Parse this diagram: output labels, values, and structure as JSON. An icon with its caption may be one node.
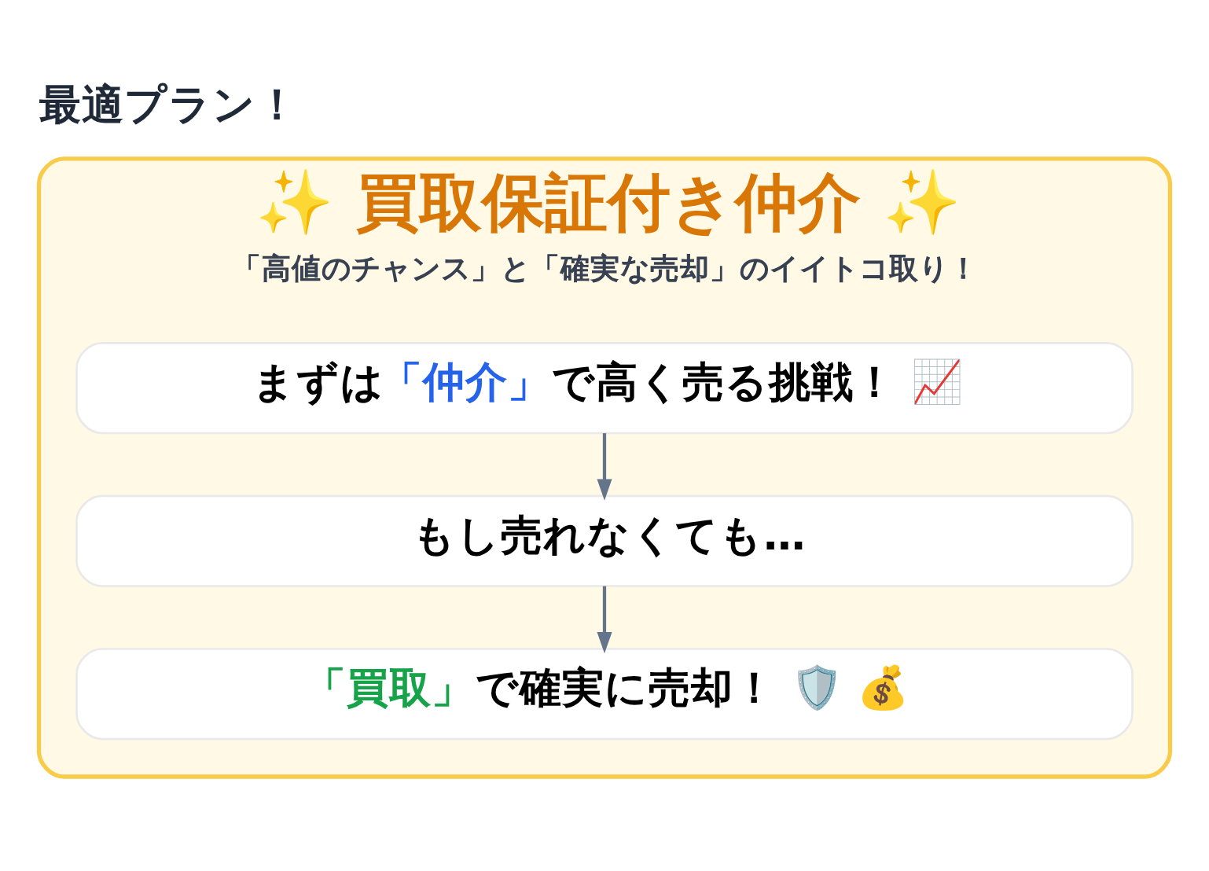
{
  "diagram": {
    "title": "最適プラン！",
    "nodes": [
      {
        "text": [
          "✨ 買取保証付き仲介 ✨",
          "「高値のチャンス」と「確実な売却」のイイトコ取り！"
        ]
      },
      {
        "text": [
          "まずは「仲介」で高く売る挑戦！ 📈"
        ],
        "in": 0
      },
      {
        "text": [
          "もし売れなくても…"
        ],
        "in": 0
      },
      {
        "text": [
          "「買取」で確実に売却！ 🛡️ 💰"
        ],
        "in": 0
      }
    ],
    "edges": [
      {
        "from": 1,
        "to": 2,
        "arrow": "to"
      },
      {
        "from": 2,
        "to": 3,
        "arrow": "to"
      }
    ]
  }
}
